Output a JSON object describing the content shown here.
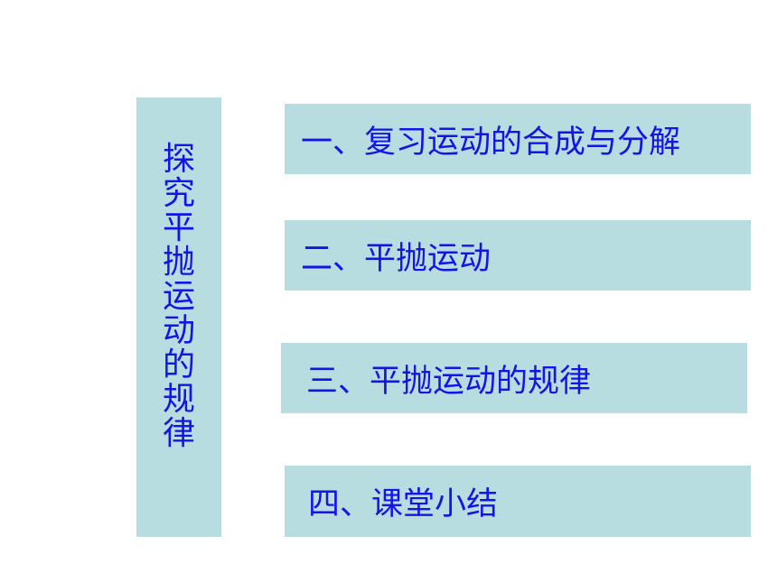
{
  "sidebar": {
    "title_chars": [
      "探",
      "究",
      "平",
      "抛",
      "运",
      "动",
      "的",
      "规",
      "律"
    ]
  },
  "outline": {
    "items": [
      {
        "label": "一、复习运动的合成与分解"
      },
      {
        "label": "二、平抛运动"
      },
      {
        "label": "三、平抛运动的规律"
      },
      {
        "label": "四、课堂小结"
      }
    ]
  },
  "colors": {
    "box_background": "#b7dde0",
    "text": "#1414e6"
  }
}
